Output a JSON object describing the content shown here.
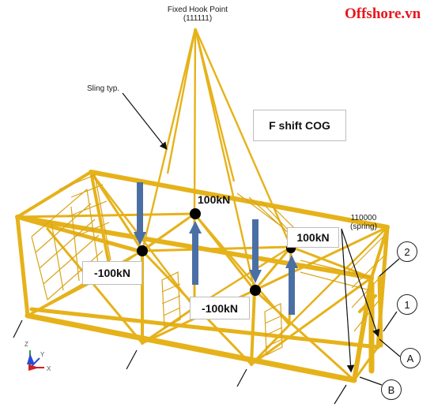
{
  "title": "Fixed Hook Point",
  "title_id": "(111111)",
  "brand": "Offshore.vn",
  "sling_label": "Sling typ.",
  "cog_label": "F shift COG",
  "spring_label_1": "110000",
  "spring_label_2": "(spring)",
  "forces": {
    "f1": "100kN",
    "f2": "100kN",
    "f3": "-100kN",
    "f4": "-100kN"
  },
  "markers": {
    "m1": "1",
    "m2": "2",
    "mA": "A",
    "mB": "B"
  },
  "axes": {
    "z": "Z",
    "x": "X",
    "y": "Y"
  },
  "colors": {
    "structure": "#e6b21a",
    "structure_dark": "#b78600",
    "arrow": "#4a6fa5",
    "brand": "#e8161b"
  }
}
